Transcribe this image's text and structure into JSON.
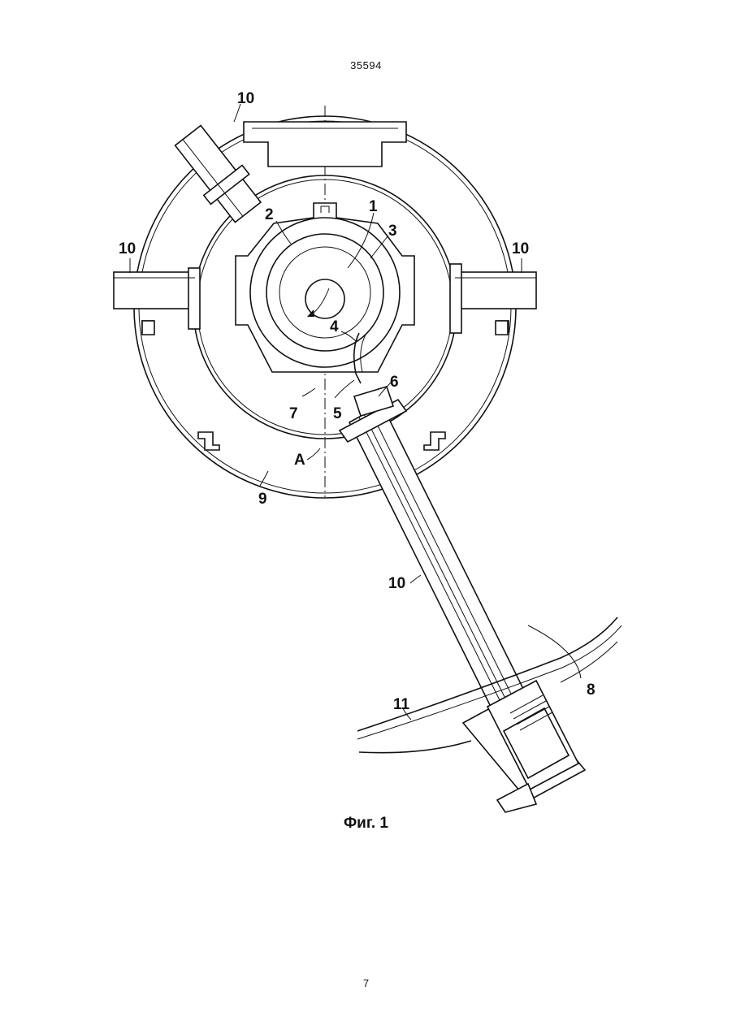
{
  "header": {
    "doc_number": "35594"
  },
  "figure": {
    "caption": "Фиг. 1",
    "labels": {
      "l1": "1",
      "l2": "2",
      "l3": "3",
      "l4": "4",
      "l5": "5",
      "l6": "6",
      "l7": "7",
      "l8": "8",
      "l9": "9",
      "lA": "A",
      "l10_top": "10",
      "l10_left": "10",
      "l10_right": "10",
      "l10_bottom": "10",
      "l11": "11"
    }
  },
  "footer": {
    "page_number": "7"
  }
}
